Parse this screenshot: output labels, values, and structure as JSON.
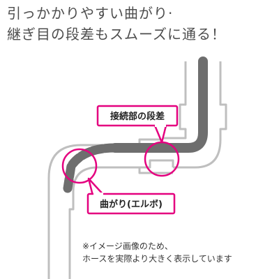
{
  "headline": {
    "line1": "引っかかりやすい曲がり·",
    "line2": "継ぎ目の段差もスムーズに通る！"
  },
  "callouts": {
    "joint_label": "接続部の段差",
    "elbow_label": "曲がり(エルボ)"
  },
  "note": {
    "line1": "※イメージ画像のため、",
    "line2": "ホースを実際より大きく表示しています"
  },
  "colors": {
    "accent": "#e4007f",
    "pipe_outline": "#bfbfbf",
    "hose": "#6e6e6e",
    "text": "#4d4d4d"
  }
}
